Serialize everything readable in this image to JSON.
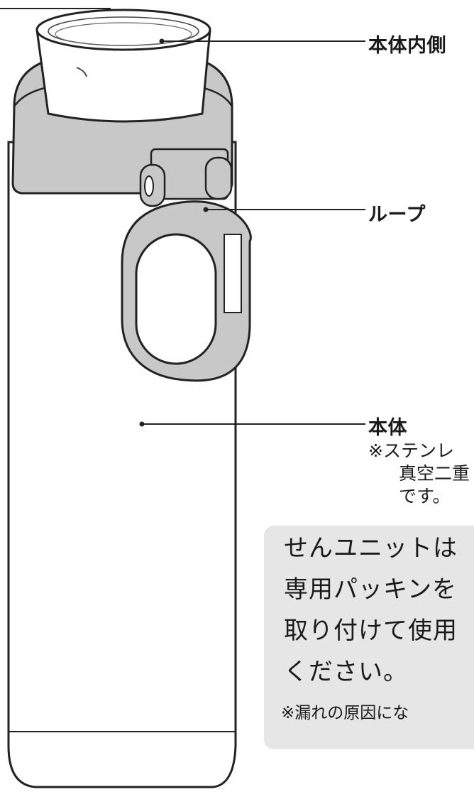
{
  "labels": {
    "inner": "本体内側",
    "loop": "ループ",
    "body": "本体",
    "body_note": [
      "※ステンレ",
      "真空二重",
      "です。"
    ]
  },
  "notice": {
    "lines": [
      "せんユニットは",
      "専用パッキンを",
      "取り付けて使用",
      "ください。"
    ],
    "sub": "※漏れの原因にな"
  },
  "colors": {
    "outline": "#222222",
    "band": "#c8c8c8",
    "notice_bg": "#e6e6e6"
  }
}
